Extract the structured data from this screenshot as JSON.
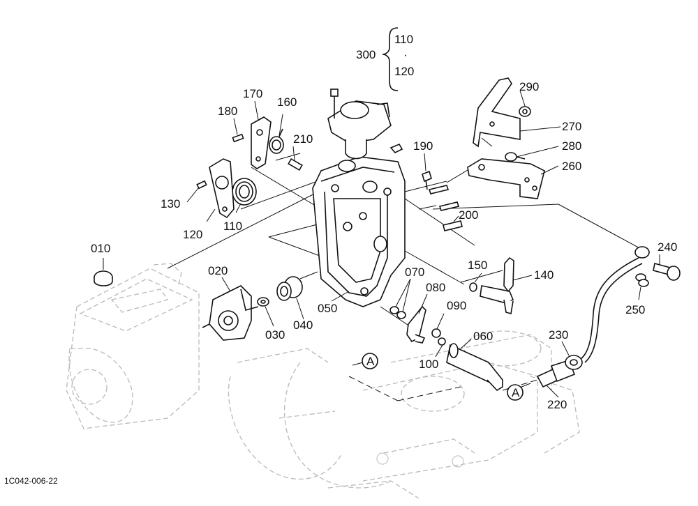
{
  "diagram": {
    "code": "1C042-006-22",
    "group_label": "300",
    "group_items": [
      "110",
      "·",
      "120"
    ],
    "view_marker": "A",
    "callouts": [
      "010",
      "020",
      "030",
      "040",
      "050",
      "060",
      "070",
      "080",
      "090",
      "100",
      "110",
      "120",
      "130",
      "140",
      "150",
      "160",
      "170",
      "180",
      "190",
      "200",
      "210",
      "220",
      "230",
      "240",
      "250",
      "260",
      "270",
      "280",
      "290"
    ]
  }
}
